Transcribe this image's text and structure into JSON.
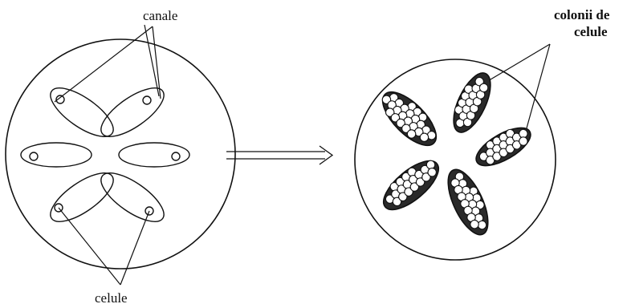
{
  "labels": {
    "channels": "canale",
    "cells": "celule",
    "colonies_line1": "colonii de",
    "colonies_line2": "celule"
  },
  "colors": {
    "stroke": "#111111",
    "background": "#ffffff",
    "cell_fill": "#ffffff",
    "colony_fill": "#2a2a2a"
  }
}
